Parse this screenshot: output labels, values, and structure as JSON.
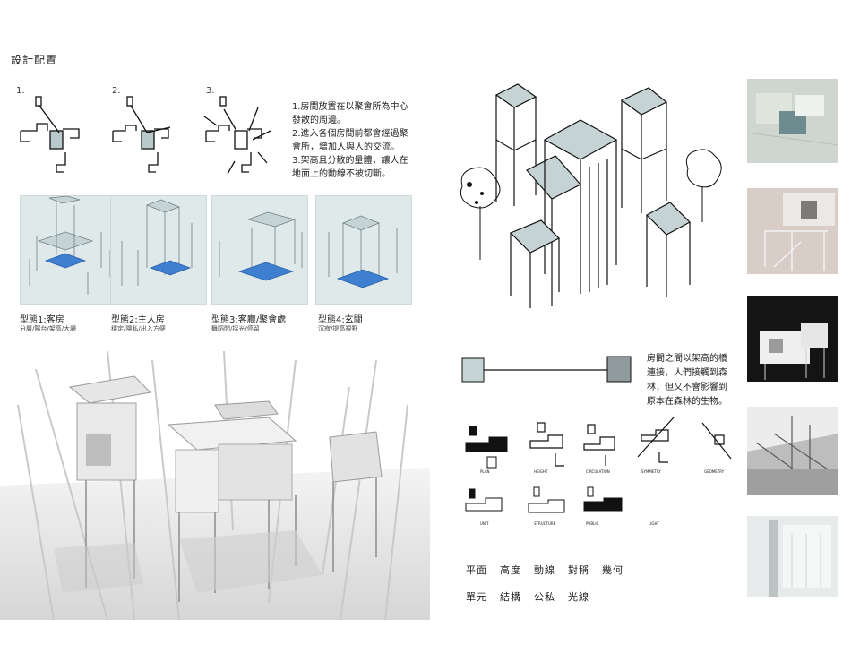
{
  "page": {
    "title": "設計配置"
  },
  "diagram_steps": [
    {
      "label": "1."
    },
    {
      "label": "2."
    },
    {
      "label": "3."
    }
  ],
  "notes": [
    "1.房間放置在以聚會所為中心",
    "發散的周邊。",
    "2.進入各個房間前都會經過聚",
    "會所，增加人與人的交流。",
    "3.架高且分散的量體，讓人在",
    "地面上的動線不被切斷。"
  ],
  "types": [
    {
      "title": "型態1:客房",
      "sub": "分層/陽台/架高/大廳"
    },
    {
      "title": "型態2:主人房",
      "sub": "穩定/隱私/出入方便"
    },
    {
      "title": "型態3:客廳/聚會處",
      "sub": "舞蹈間/採光/停留"
    },
    {
      "title": "型態4:玄關",
      "sub": "沉寂/提高視野"
    }
  ],
  "bridge_note": [
    "房間之間以架高的橋",
    "連接，人們接觸到森",
    "林，但又不會影響到",
    "原本在森林的生物。"
  ],
  "thumb_labels": [
    "PLAN",
    "HEIGHT",
    "CIRCULATION",
    "SYMMETRY",
    "GEOMETRY",
    "UNIT",
    "STRUCTURE",
    "PUBLIC",
    "LIGHT"
  ],
  "keywords_row1": [
    "平面",
    "高度",
    "動線",
    "對稱",
    "幾何"
  ],
  "keywords_row2": [
    "單元",
    "結構",
    "公私",
    "光線"
  ],
  "colors": {
    "accent_blue": "#3f7fd0",
    "roof_gray": "#c6d3d4",
    "panel_bg": "#dfe9ea"
  }
}
